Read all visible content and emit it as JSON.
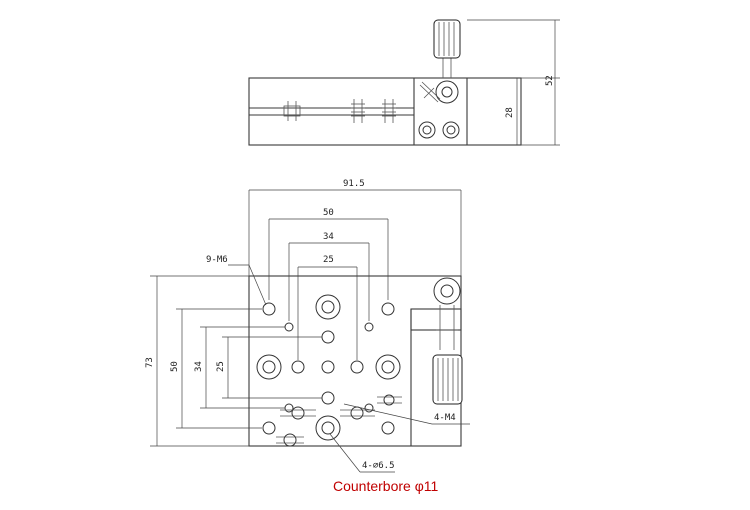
{
  "top_view": {
    "dim_height_total": "52",
    "dim_height_body": "28"
  },
  "front_view": {
    "dim_width": "91.5",
    "dim_50_h": "50",
    "dim_34_h": "34",
    "dim_25_h": "25",
    "dim_73_v": "73",
    "dim_50_v": "50",
    "dim_34_v": "34",
    "dim_25_v": "25",
    "label_m6": "9-M6",
    "label_m4": "4-M4",
    "label_bore": "4-⌀6.5"
  },
  "caption": "Counterbore φ11"
}
